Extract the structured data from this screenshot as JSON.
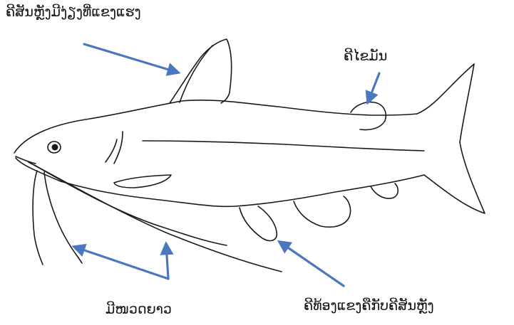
{
  "labels": {
    "dorsal_fin": "ຄີສັນຫຼັງມີງ່ຽງທີ່ແຂງແຮງ",
    "adipose_fin": "ຄີໄຂມັນ",
    "barbels": "ມີໜວດຍາວ",
    "pelvic_fin": "ຄີທ້ອງແຂງຄືກັບຄີສັນຫຼັງ"
  },
  "colors": {
    "arrow": "#4a78bf",
    "outline": "#1a1a1a",
    "text": "#111111",
    "background": "#ffffff"
  }
}
